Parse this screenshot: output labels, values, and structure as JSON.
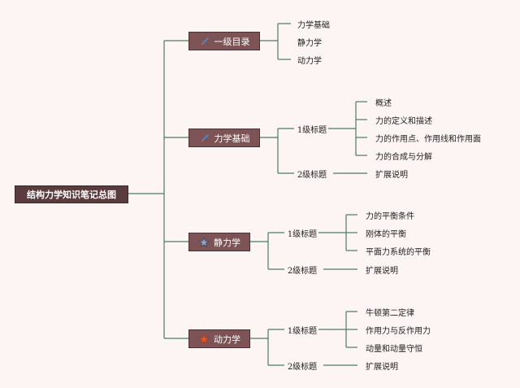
{
  "root": "结构力学知识笔记总图",
  "colors": {
    "background": "#fcf5f3",
    "root_fill": "#5a3b3e",
    "topic_fill": "#7d5356",
    "line": "#4f7a63"
  },
  "sections": [
    {
      "title": "一级目录",
      "icon": "rocket-icon",
      "children": [
        "力学基础",
        "静力学",
        "动力学"
      ]
    },
    {
      "title": "力学基础",
      "icon": "rocket-icon",
      "level1": {
        "label": "1级标题",
        "items": [
          "概述",
          "力的定义和描述",
          "力的作用点、作用线和作用面",
          "力的合成与分解"
        ]
      },
      "level2": {
        "label": "2级标题",
        "items": [
          "扩展说明"
        ]
      }
    },
    {
      "title": "静力学",
      "icon": "star-outline-icon",
      "level1": {
        "label": "1级标题",
        "items": [
          "力的平衡条件",
          "刚体的平衡",
          "平面力系统的平衡"
        ]
      },
      "level2": {
        "label": "2级标题",
        "items": [
          "扩展说明"
        ]
      }
    },
    {
      "title": "动力学",
      "icon": "star-filled-icon",
      "level1": {
        "label": "1级标题",
        "items": [
          "牛顿第二定律",
          "作用力与反作用力",
          "动量和动量守恒"
        ]
      },
      "level2": {
        "label": "2级标题",
        "items": [
          "扩展说明"
        ]
      }
    }
  ]
}
